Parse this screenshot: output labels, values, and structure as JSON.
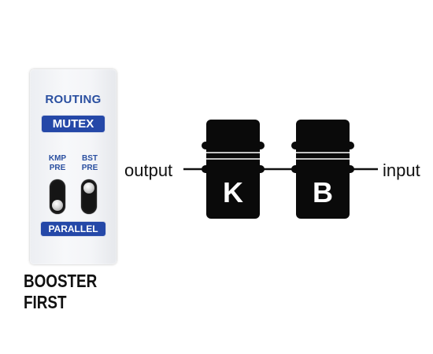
{
  "panel": {
    "title": "ROUTING",
    "mode": "MUTEX",
    "switches": [
      {
        "label_line1": "KMP",
        "label_line2": "PRE",
        "position": "down"
      },
      {
        "label_line1": "BST",
        "label_line2": "PRE",
        "position": "up"
      }
    ],
    "state": "PARALLEL"
  },
  "order_label": {
    "line1": "BOOSTER",
    "line2": "FIRST"
  },
  "chain": {
    "output_label": "output",
    "input_label": "input",
    "pedals": [
      {
        "letter": "K"
      },
      {
        "letter": "B"
      }
    ]
  }
}
